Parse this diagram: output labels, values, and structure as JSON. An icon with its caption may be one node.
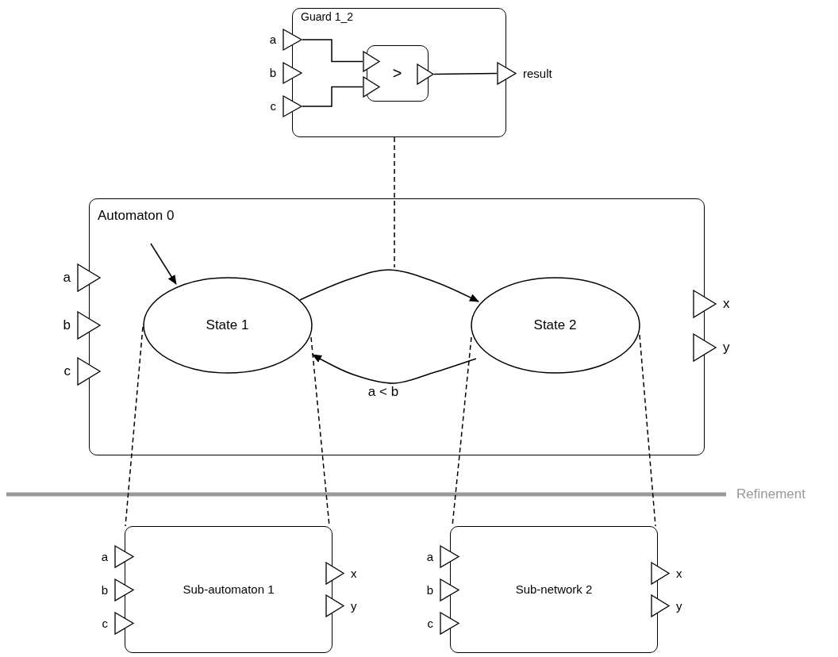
{
  "diagram": {
    "nodes": [
      {
        "text": [
          "Guard 1_2"
        ]
      },
      {
        "text": [],
        "shape": "triangle",
        "beside": [
          "a"
        ]
      },
      {
        "text": [],
        "shape": "triangle",
        "beside": [
          "b"
        ]
      },
      {
        "text": [],
        "shape": "triangle",
        "beside": [
          "c"
        ]
      },
      {
        "text": [
          ">"
        ],
        "in": 0
      },
      {
        "text": [],
        "shape": "triangle",
        "in": 0
      },
      {
        "text": [],
        "shape": "triangle",
        "in": 0
      },
      {
        "text": [],
        "shape": "triangle",
        "in": 0
      },
      {
        "text": [],
        "shape": "triangle",
        "beside": [
          "result"
        ]
      },
      {
        "text": [
          "Automaton 0"
        ]
      },
      {
        "text": [],
        "shape": "triangle",
        "beside": [
          "a"
        ]
      },
      {
        "text": [],
        "shape": "triangle",
        "beside": [
          "b"
        ]
      },
      {
        "text": [],
        "shape": "triangle",
        "beside": [
          "c"
        ]
      },
      {
        "text": [],
        "shape": "triangle",
        "beside": [
          "x"
        ]
      },
      {
        "text": [],
        "shape": "triangle",
        "beside": [
          "y"
        ]
      },
      {
        "text": [
          "State 1"
        ],
        "in": 9
      },
      {
        "text": [
          "State 2"
        ],
        "in": 9
      },
      {
        "text": [
          "Sub-automaton 1"
        ]
      },
      {
        "text": [],
        "shape": "triangle",
        "beside": [
          "a"
        ]
      },
      {
        "text": [],
        "shape": "triangle",
        "beside": [
          "b"
        ]
      },
      {
        "text": [],
        "shape": "triangle",
        "beside": [
          "c"
        ]
      },
      {
        "text": [],
        "shape": "triangle",
        "beside": [
          "x"
        ]
      },
      {
        "text": [],
        "shape": "triangle",
        "beside": [
          "y"
        ]
      },
      {
        "text": [
          "Sub-network 2"
        ]
      },
      {
        "text": [],
        "shape": "triangle",
        "beside": [
          "a"
        ]
      },
      {
        "text": [],
        "shape": "triangle",
        "beside": [
          "b"
        ]
      },
      {
        "text": [],
        "shape": "triangle",
        "beside": [
          "c"
        ]
      },
      {
        "text": [],
        "shape": "triangle",
        "beside": [
          "x"
        ]
      },
      {
        "text": [],
        "shape": "triangle",
        "beside": [
          "y"
        ]
      }
    ],
    "edges": [
      {
        "from": 1,
        "to": 5,
        "arrow": "none"
      },
      {
        "from": 3,
        "to": 6,
        "arrow": "none"
      },
      {
        "from": 7,
        "to": 8,
        "arrow": "none"
      },
      {
        "from": 0,
        "to": null,
        "arrow": "none",
        "style": "dashed"
      },
      {
        "from": null,
        "to": 15,
        "arrow": "to"
      },
      {
        "from": 15,
        "to": 16,
        "arrow": "to"
      },
      {
        "from": 16,
        "to": 15,
        "arrow": "to",
        "label": "a < b"
      },
      {
        "from": 15,
        "to": 17,
        "arrow": "none",
        "style": "dashed"
      },
      {
        "from": 15,
        "to": 17,
        "arrow": "none",
        "style": "dashed"
      },
      {
        "from": 16,
        "to": 23,
        "arrow": "none",
        "style": "dashed"
      },
      {
        "from": 16,
        "to": 23,
        "arrow": "none",
        "style": "dashed"
      }
    ],
    "labels": [
      "Refinement"
    ]
  }
}
